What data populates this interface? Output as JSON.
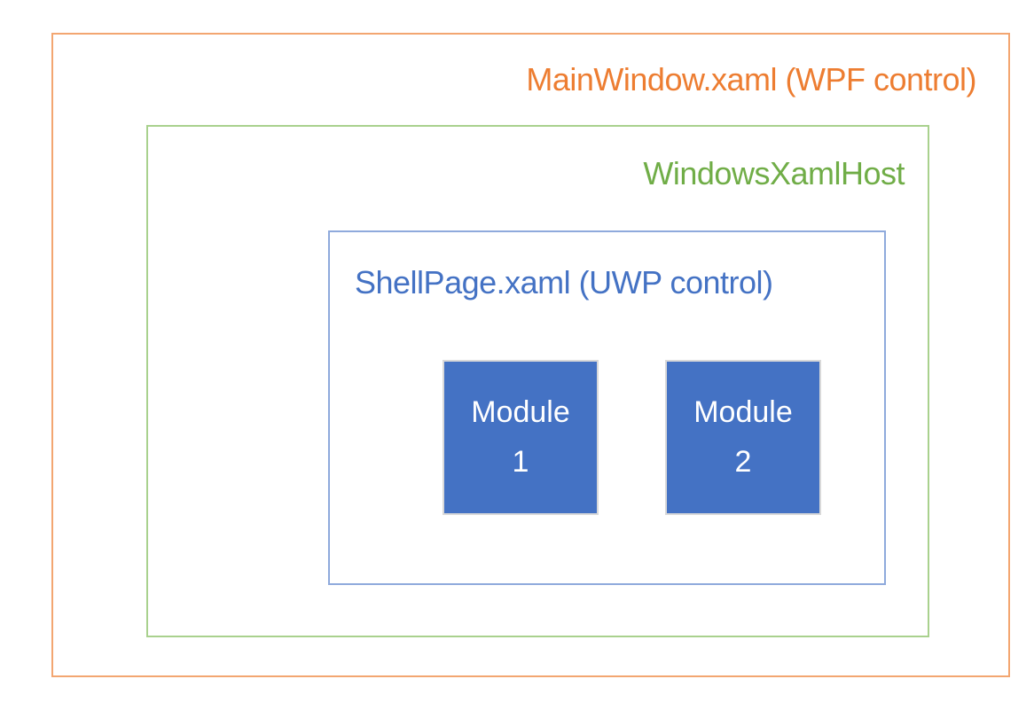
{
  "diagram": {
    "outer": {
      "title": "MainWindow.xaml (WPF control)",
      "title_color": "#ED7D31",
      "border_color": "#F3A671"
    },
    "host": {
      "title": "WindowsXamlHost",
      "title_color": "#70AD47",
      "border_color": "#A9D18E"
    },
    "shell": {
      "title": "ShellPage.xaml (UWP control)",
      "title_color": "#4472C4",
      "border_color": "#8FAADC"
    },
    "modules": [
      {
        "name": "Module",
        "number": "1",
        "fill_color": "#4472C4",
        "border_color": "#D9D9D9",
        "text_color": "#FFFFFF"
      },
      {
        "name": "Module",
        "number": "2",
        "fill_color": "#4472C4",
        "border_color": "#D9D9D9",
        "text_color": "#FFFFFF"
      }
    ]
  }
}
